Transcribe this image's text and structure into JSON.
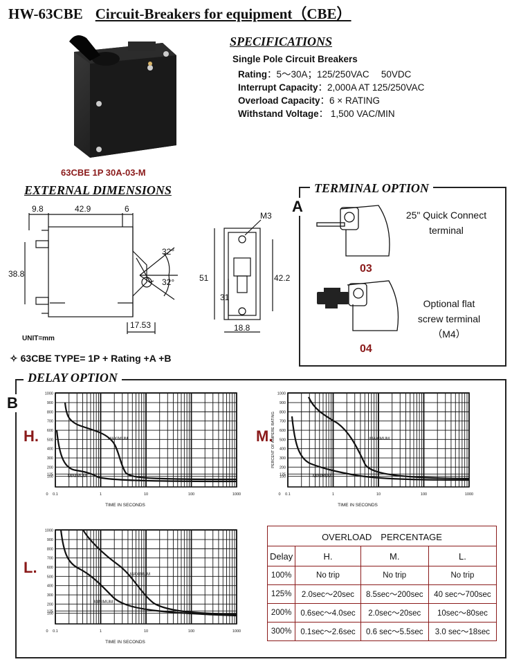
{
  "header": {
    "model": "HW-63CBE",
    "title": "Circuit-Breakers for equipment（CBE）"
  },
  "photo": {
    "caption": "63CBE 1P 30A-03-M",
    "icon": "circuit-breaker-photo"
  },
  "specifications": {
    "heading": "SPECIFICATIONS",
    "subtitle": "Single Pole Circuit Breakers",
    "items": [
      {
        "label": "Rating",
        "value": "：5～30A；125/250VAC　 50VDC"
      },
      {
        "label": "Interrupt Capacity",
        "value": "：2,000A AT 125/250VAC"
      },
      {
        "label": "Overload Capacity",
        "value": "：6 × RATING"
      },
      {
        "label": "Withstand Voltage",
        "value": "： 1,500 VAC/MIN"
      }
    ]
  },
  "external_dimensions": {
    "heading": "EXTERNAL DIMENSIONS",
    "dims": {
      "d1": "9.8",
      "d2": "42.9",
      "d3": "6",
      "d4": "38.8",
      "d5": "32°",
      "d6": "32°",
      "d7": "17.53",
      "d8": "M3",
      "d9": "51",
      "d10": "31",
      "d11": "42.2",
      "d12": "18.8"
    },
    "unit": "UNIT=mm"
  },
  "terminal_option": {
    "heading": "TERMINAL OPTION",
    "letter": "A",
    "options": [
      {
        "code": "03",
        "line1": "25\" Quick Connect",
        "line2": "terminal",
        "line3": ""
      },
      {
        "code": "04",
        "line1": "Optional flat",
        "line2": "screw terminal",
        "line3": "（M4）"
      }
    ]
  },
  "type_line": "✧ 63CBE TYPE= 1P + Rating +A +B",
  "delay_option": {
    "heading": "DELAY OPTION",
    "letter": "B",
    "curves": [
      {
        "letter": "H.",
        "ylabel": "",
        "xlabel": "TIME IN SECONDS",
        "max_label": "MAXIMUM",
        "min_label": "MINIMUM"
      },
      {
        "letter": "M.",
        "ylabel": "PERCENT OF AMPERE RATING",
        "xlabel": "TIME IN SECONDS",
        "max_label": "MAXIMUM",
        "min_label": "MINIMUM"
      },
      {
        "letter": "L.",
        "ylabel": "",
        "xlabel": "TIME IN SECONDS",
        "max_label": "MAXIMUM",
        "min_label": "MINIMUM"
      }
    ],
    "yticks": [
      "1000",
      "900",
      "800",
      "700",
      "600",
      "500",
      "400",
      "300",
      "200",
      "125",
      "100"
    ],
    "xticks": [
      "0",
      "0.1",
      "1",
      "10",
      "100",
      "1000"
    ]
  },
  "overload_table": {
    "title": "OVERLOAD　PERCENTAGE",
    "columns": [
      "Delay",
      "H.",
      "M.",
      "L."
    ],
    "rows": [
      [
        "100%",
        "No trip",
        "No trip",
        "No trip"
      ],
      [
        "125%",
        "2.0sec～20sec",
        "8.5sec～200sec",
        "40 sec～700sec"
      ],
      [
        "200%",
        "0.6sec～4.0sec",
        "2.0sec～20sec",
        "10sec～80sec"
      ],
      [
        "300%",
        "0.1sec～2.6sec",
        "0.6 sec～5.5sec",
        "3.0 sec～18sec"
      ]
    ]
  }
}
